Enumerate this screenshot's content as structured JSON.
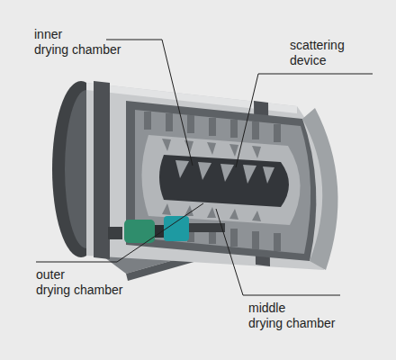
{
  "diagram": {
    "labels": [
      "inner drying chamber",
      "scattering device",
      "outer drying chamber",
      "middle drying chamber"
    ]
  }
}
